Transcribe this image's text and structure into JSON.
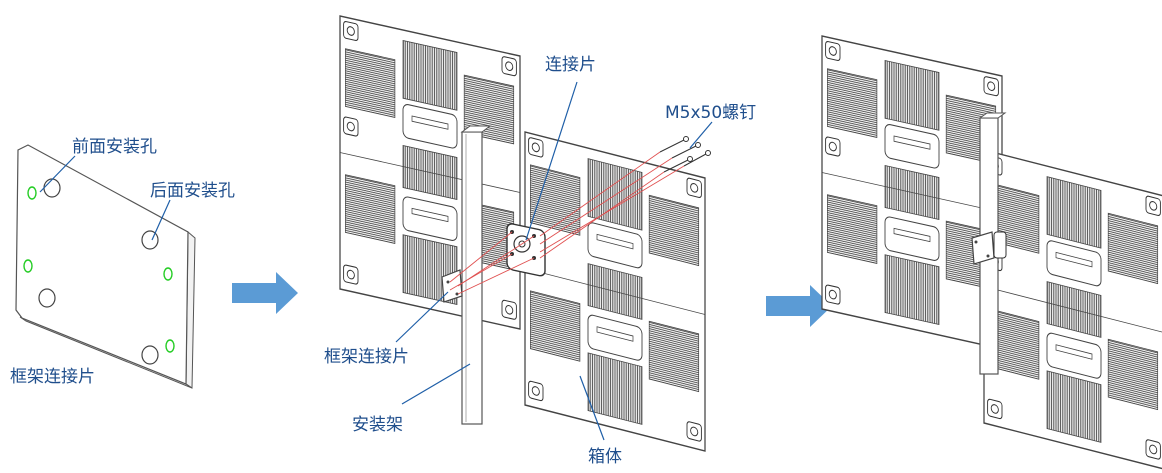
{
  "labels": {
    "front_hole": "前面安装孔",
    "rear_hole": "后面安装孔",
    "frame_plate_left": "框架连接片",
    "frame_plate_mid": "框架连接片",
    "link_plate": "连接片",
    "screw": "M5x50螺钉",
    "mount_rack": "安装架",
    "cabinet": "箱体"
  },
  "colors": {
    "label_text": "#1f4e8c",
    "leader_line": "#1f5fa8",
    "arrow": "#5b9bd5",
    "hole_highlight": "#22cc22",
    "screw_line": "#e05050"
  },
  "icons": {
    "step_arrow": "right-arrow-icon"
  }
}
